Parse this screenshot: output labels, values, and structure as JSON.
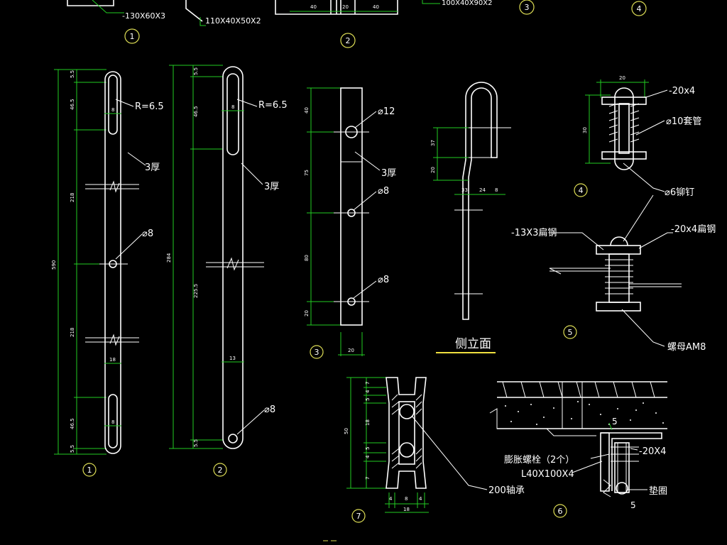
{
  "top_labels": {
    "a": "-130X60X3",
    "b": "110X40X50X2",
    "c": "100X40X90X2",
    "d1": "40",
    "d2": "20",
    "d3": "40"
  },
  "bubbles": {
    "top1": "1",
    "top2": "2",
    "top3": "3",
    "top4": "4"
  },
  "detail1": {
    "dims": [
      "5.5",
      "46.5",
      "218",
      "218",
      "46.5",
      "5.5",
      "590"
    ],
    "width_8a": "8",
    "width_18": "18",
    "width_8b": "8",
    "radius": "R=6.5",
    "thick": "3厚",
    "hole": "⌀8",
    "bubble": "1"
  },
  "detail2": {
    "dims": [
      "5.5",
      "46.5",
      "225.5",
      "5.5",
      "284"
    ],
    "width_8": "8",
    "width_13": "13",
    "radius": "R=6.5",
    "thick": "3厚",
    "hole": "⌀8",
    "bubble": "2"
  },
  "detail3": {
    "dims": [
      "40",
      "75",
      "80",
      "20"
    ],
    "width": "20",
    "hole1": "⌀12",
    "thick": "3厚",
    "hole2": "⌀8",
    "hole3": "⌀8",
    "bubble": "3"
  },
  "side_view": {
    "title": "侧立面",
    "dims": [
      "37",
      "20",
      "33",
      "24",
      "8"
    ]
  },
  "detail4": {
    "top_dim": "20",
    "left_dim": "30",
    "label1": "-20x4",
    "label2": "⌀10套管",
    "bubble": "4"
  },
  "detail5": {
    "rivet": "⌀6铆钉",
    "flat_left": "-13X3扁钢",
    "flat_right": "-20x4扁钢",
    "nut": "螺母AM8",
    "bubble": "5"
  },
  "detail6": {
    "bolt": "膨胀螺栓（2个）",
    "angle": "L40X100X4",
    "flat": "-20X4",
    "washer": "垫圈",
    "mark_top": "5",
    "mark_bottom": "5",
    "bubble": "6"
  },
  "detail7": {
    "dims": [
      "7",
      "4",
      "5",
      "18",
      "5",
      "4",
      "7"
    ],
    "total": "50",
    "bottom": [
      "4",
      "8",
      "4"
    ],
    "bottom_total": "18",
    "bearing": "200轴承",
    "bubble": "7"
  }
}
